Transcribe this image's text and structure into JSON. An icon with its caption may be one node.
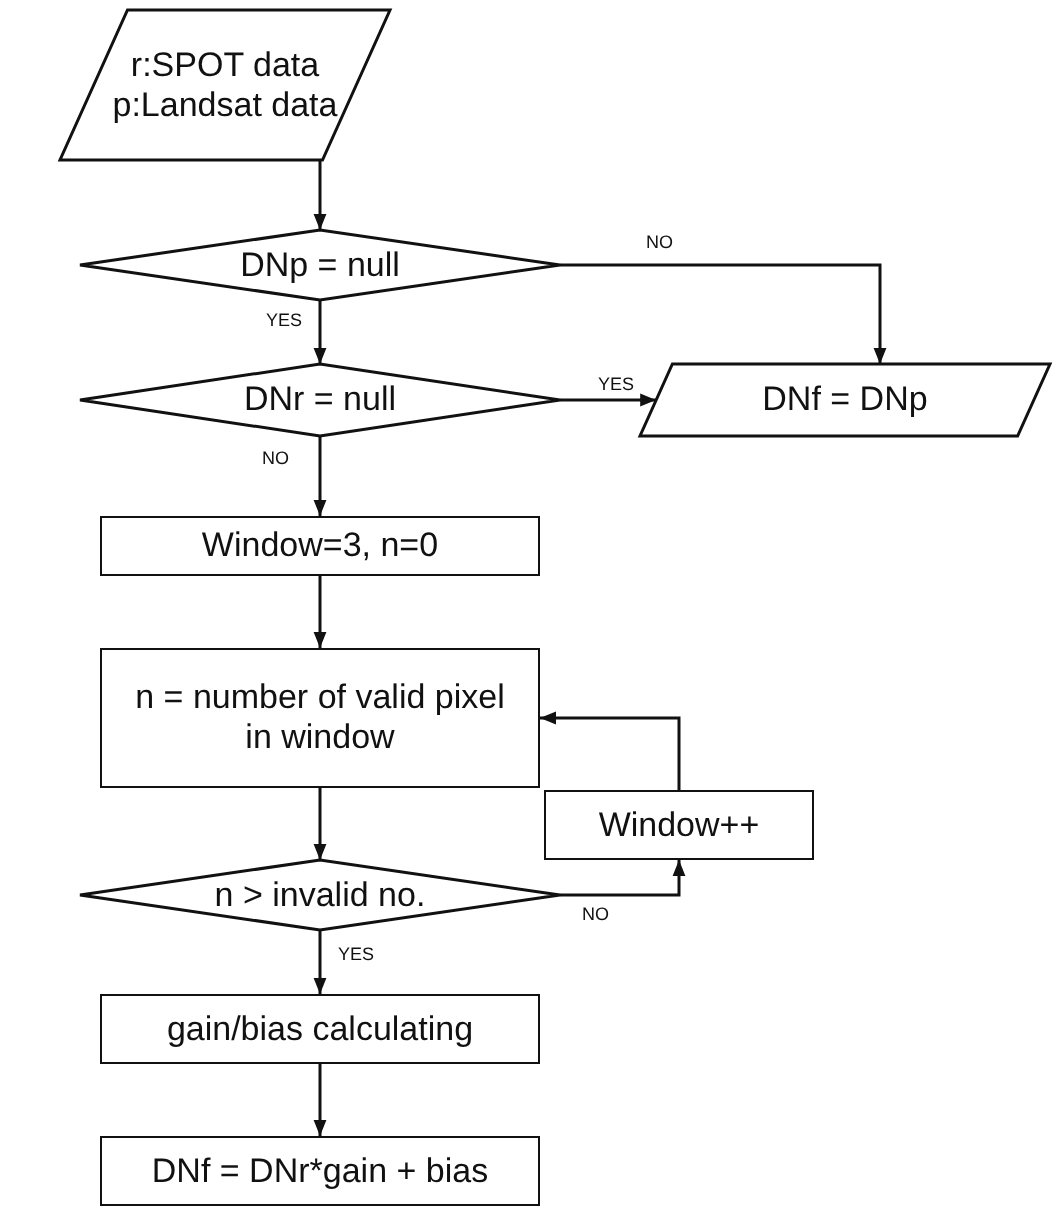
{
  "diagram": {
    "nodes": [
      {
        "text": [
          "r:SPOT data",
          "p:Landsat data"
        ]
      },
      {
        "text": [
          "DNp = null"
        ]
      },
      {
        "text": [
          "DNr = null"
        ]
      },
      {
        "text": [
          "DNf = DNp"
        ]
      },
      {
        "text": [
          "Window=3, n=0"
        ]
      },
      {
        "text": [
          "n = number of valid pixel in window"
        ]
      },
      {
        "text": [
          "Window++"
        ]
      },
      {
        "text": [
          "n > invalid no."
        ]
      },
      {
        "text": [
          "gain/bias calculating"
        ]
      },
      {
        "text": [
          "DNf = DNr*gain + bias"
        ]
      }
    ],
    "edges": [
      {
        "from": 0,
        "to": 1,
        "arrow": "to"
      },
      {
        "from": 1,
        "to": 3,
        "arrow": "to",
        "label": "NO"
      },
      {
        "from": 1,
        "to": 2,
        "arrow": "to",
        "label": "YES"
      },
      {
        "from": 2,
        "to": 3,
        "arrow": "to",
        "label": "YES"
      },
      {
        "from": 2,
        "to": 4,
        "arrow": "to",
        "label": "NO"
      },
      {
        "from": 4,
        "to": 5,
        "arrow": "to"
      },
      {
        "from": 5,
        "to": 7,
        "arrow": "to"
      },
      {
        "from": 7,
        "to": 6,
        "arrow": "to",
        "label": "NO"
      },
      {
        "from": 6,
        "to": 5,
        "arrow": "to"
      },
      {
        "from": 7,
        "to": 8,
        "arrow": "to",
        "label": "YES"
      },
      {
        "from": 8,
        "to": 9,
        "arrow": "to"
      }
    ]
  }
}
